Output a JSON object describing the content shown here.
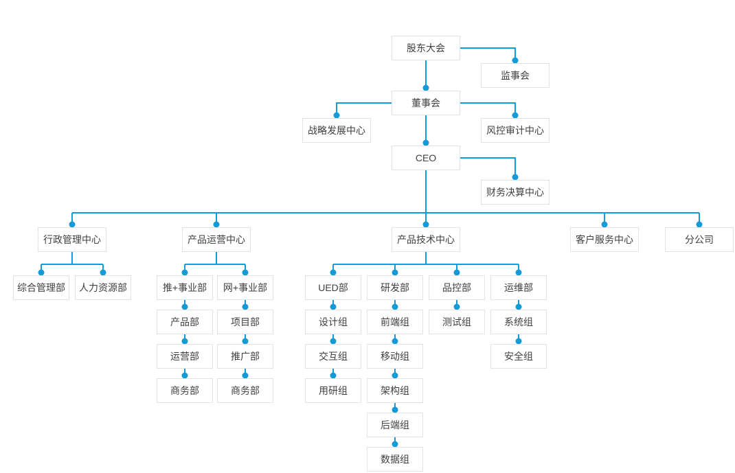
{
  "colors": {
    "connector": "#149bd7",
    "node_border": "#e2e2e2",
    "node_background": "#ffffff",
    "node_text": "#3f3f3f",
    "page_background": "#ffffff"
  },
  "governance": {
    "shareholders_meeting": "股东大会",
    "supervisory_board": "监事会",
    "board_of_directors": "董事会",
    "strategy_development_center": "战略发展中心",
    "risk_audit_center": "风控审计中心",
    "ceo": "CEO",
    "financial_settlement_center": "财务决算中心"
  },
  "centers": {
    "admin_management": "行政管理中心",
    "product_operations": "产品运营中心",
    "product_technology": "产品技术中心",
    "customer_service": "客户服务中心",
    "branch_company": "分公司"
  },
  "admin_depts": {
    "general_management": "综合管理部",
    "human_resources": "人力资源部"
  },
  "product_operations_divisions": {
    "tui_plus": {
      "head": "推+事业部",
      "chain": [
        "产品部",
        "运营部",
        "商务部"
      ]
    },
    "wang_plus": {
      "head": "网+事业部",
      "chain": [
        "项目部",
        "推广部",
        "商务部"
      ]
    }
  },
  "product_technology_divisions": {
    "ued": {
      "head": "UED部",
      "chain": [
        "设计组",
        "交互组",
        "用研组"
      ]
    },
    "rd": {
      "head": "研发部",
      "chain": [
        "前端组",
        "移动组",
        "架构组",
        "后端组",
        "数据组"
      ]
    },
    "qc": {
      "head": "品控部",
      "chain": [
        "测试组"
      ]
    },
    "om": {
      "head": "运维部",
      "chain": [
        "系统组",
        "安全组"
      ]
    }
  },
  "hierarchy_edges": [
    [
      "股东大会",
      "监事会"
    ],
    [
      "股东大会",
      "董事会"
    ],
    [
      "董事会",
      "战略发展中心"
    ],
    [
      "董事会",
      "风控审计中心"
    ],
    [
      "董事会",
      "CEO"
    ],
    [
      "CEO",
      "财务决算中心"
    ],
    [
      "CEO",
      "行政管理中心"
    ],
    [
      "CEO",
      "产品运营中心"
    ],
    [
      "CEO",
      "产品技术中心"
    ],
    [
      "CEO",
      "客户服务中心"
    ],
    [
      "CEO",
      "分公司"
    ],
    [
      "行政管理中心",
      "综合管理部"
    ],
    [
      "行政管理中心",
      "人力资源部"
    ],
    [
      "产品运营中心",
      "推+事业部"
    ],
    [
      "产品运营中心",
      "网+事业部"
    ],
    [
      "推+事业部",
      "产品部"
    ],
    [
      "产品部",
      "运营部"
    ],
    [
      "运营部",
      "商务部"
    ],
    [
      "网+事业部",
      "项目部"
    ],
    [
      "项目部",
      "推广部"
    ],
    [
      "推广部",
      "商务部"
    ],
    [
      "产品技术中心",
      "UED部"
    ],
    [
      "产品技术中心",
      "研发部"
    ],
    [
      "产品技术中心",
      "品控部"
    ],
    [
      "产品技术中心",
      "运维部"
    ],
    [
      "UED部",
      "设计组"
    ],
    [
      "设计组",
      "交互组"
    ],
    [
      "交互组",
      "用研组"
    ],
    [
      "研发部",
      "前端组"
    ],
    [
      "前端组",
      "移动组"
    ],
    [
      "移动组",
      "架构组"
    ],
    [
      "架构组",
      "后端组"
    ],
    [
      "后端组",
      "数据组"
    ],
    [
      "品控部",
      "测试组"
    ],
    [
      "运维部",
      "系统组"
    ],
    [
      "系统组",
      "安全组"
    ]
  ]
}
